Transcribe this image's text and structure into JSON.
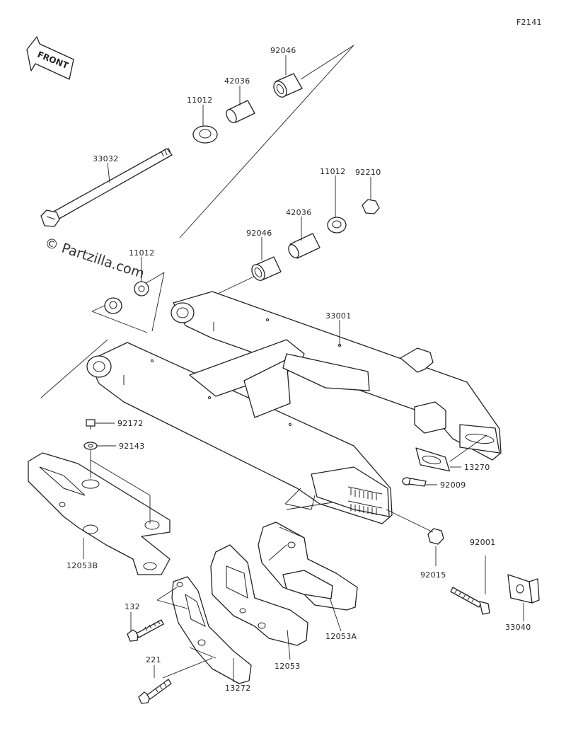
{
  "figure_code": "F2141",
  "front_label": "FRONT",
  "watermark": "© Partzilla.com",
  "labels": {
    "p92046_top": "92046",
    "p42036_top": "42036",
    "p11012_top": "11012",
    "p33032": "33032",
    "p92210": "92210",
    "p11012_mid": "11012",
    "p42036_mid": "42036",
    "p92046_mid": "92046",
    "p11012_left": "11012",
    "p33001": "33001",
    "p92172": "92172",
    "p92143": "92143",
    "p13270": "13270",
    "p92009": "92009",
    "p92001": "92001",
    "p92015": "92015",
    "p12053B": "12053B",
    "p33040": "33040",
    "p132": "132",
    "p12053A": "12053A",
    "p12053": "12053",
    "p221": "221",
    "p13272": "13272"
  }
}
